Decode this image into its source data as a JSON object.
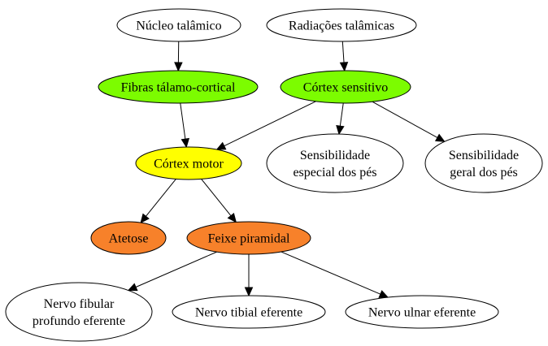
{
  "diagram": {
    "nodes": [
      {
        "id": "nucleo",
        "lines": [
          "Núcleo talâmico"
        ],
        "fill": "#ffffff"
      },
      {
        "id": "radiacoes",
        "lines": [
          "Radiações talâmicas"
        ],
        "fill": "#ffffff"
      },
      {
        "id": "fibras",
        "lines": [
          "Fibras tálamo-cortical"
        ],
        "fill": "#7cfc00"
      },
      {
        "id": "cortex_sens",
        "lines": [
          "Córtex sensitivo"
        ],
        "fill": "#7cfc00"
      },
      {
        "id": "cortex_motor",
        "lines": [
          "Córtex motor"
        ],
        "fill": "#ffff00"
      },
      {
        "id": "sens_especial",
        "lines": [
          "Sensibilidade",
          "especial dos pés"
        ],
        "fill": "#ffffff"
      },
      {
        "id": "sens_geral",
        "lines": [
          "Sensibilidade",
          "geral dos pés"
        ],
        "fill": "#ffffff"
      },
      {
        "id": "atetose",
        "lines": [
          "Atetose"
        ],
        "fill": "#f7812a"
      },
      {
        "id": "feixe",
        "lines": [
          "Feixe piramidal"
        ],
        "fill": "#f7812a"
      },
      {
        "id": "nervo_fibular",
        "lines": [
          "Nervo fibular",
          "profundo eferente"
        ],
        "fill": "#ffffff"
      },
      {
        "id": "nervo_tibial",
        "lines": [
          "Nervo tibial eferente"
        ],
        "fill": "#ffffff"
      },
      {
        "id": "nervo_ulnar",
        "lines": [
          "Nervo ulnar eferente"
        ],
        "fill": "#ffffff"
      }
    ],
    "edges": [
      {
        "from": "nucleo",
        "to": "fibras"
      },
      {
        "from": "radiacoes",
        "to": "cortex_sens"
      },
      {
        "from": "fibras",
        "to": "cortex_motor"
      },
      {
        "from": "cortex_sens",
        "to": "cortex_motor"
      },
      {
        "from": "cortex_sens",
        "to": "sens_especial"
      },
      {
        "from": "cortex_sens",
        "to": "sens_geral"
      },
      {
        "from": "cortex_motor",
        "to": "atetose"
      },
      {
        "from": "cortex_motor",
        "to": "feixe"
      },
      {
        "from": "feixe",
        "to": "nervo_fibular"
      },
      {
        "from": "feixe",
        "to": "nervo_tibial"
      },
      {
        "from": "feixe",
        "to": "nervo_ulnar"
      }
    ]
  }
}
